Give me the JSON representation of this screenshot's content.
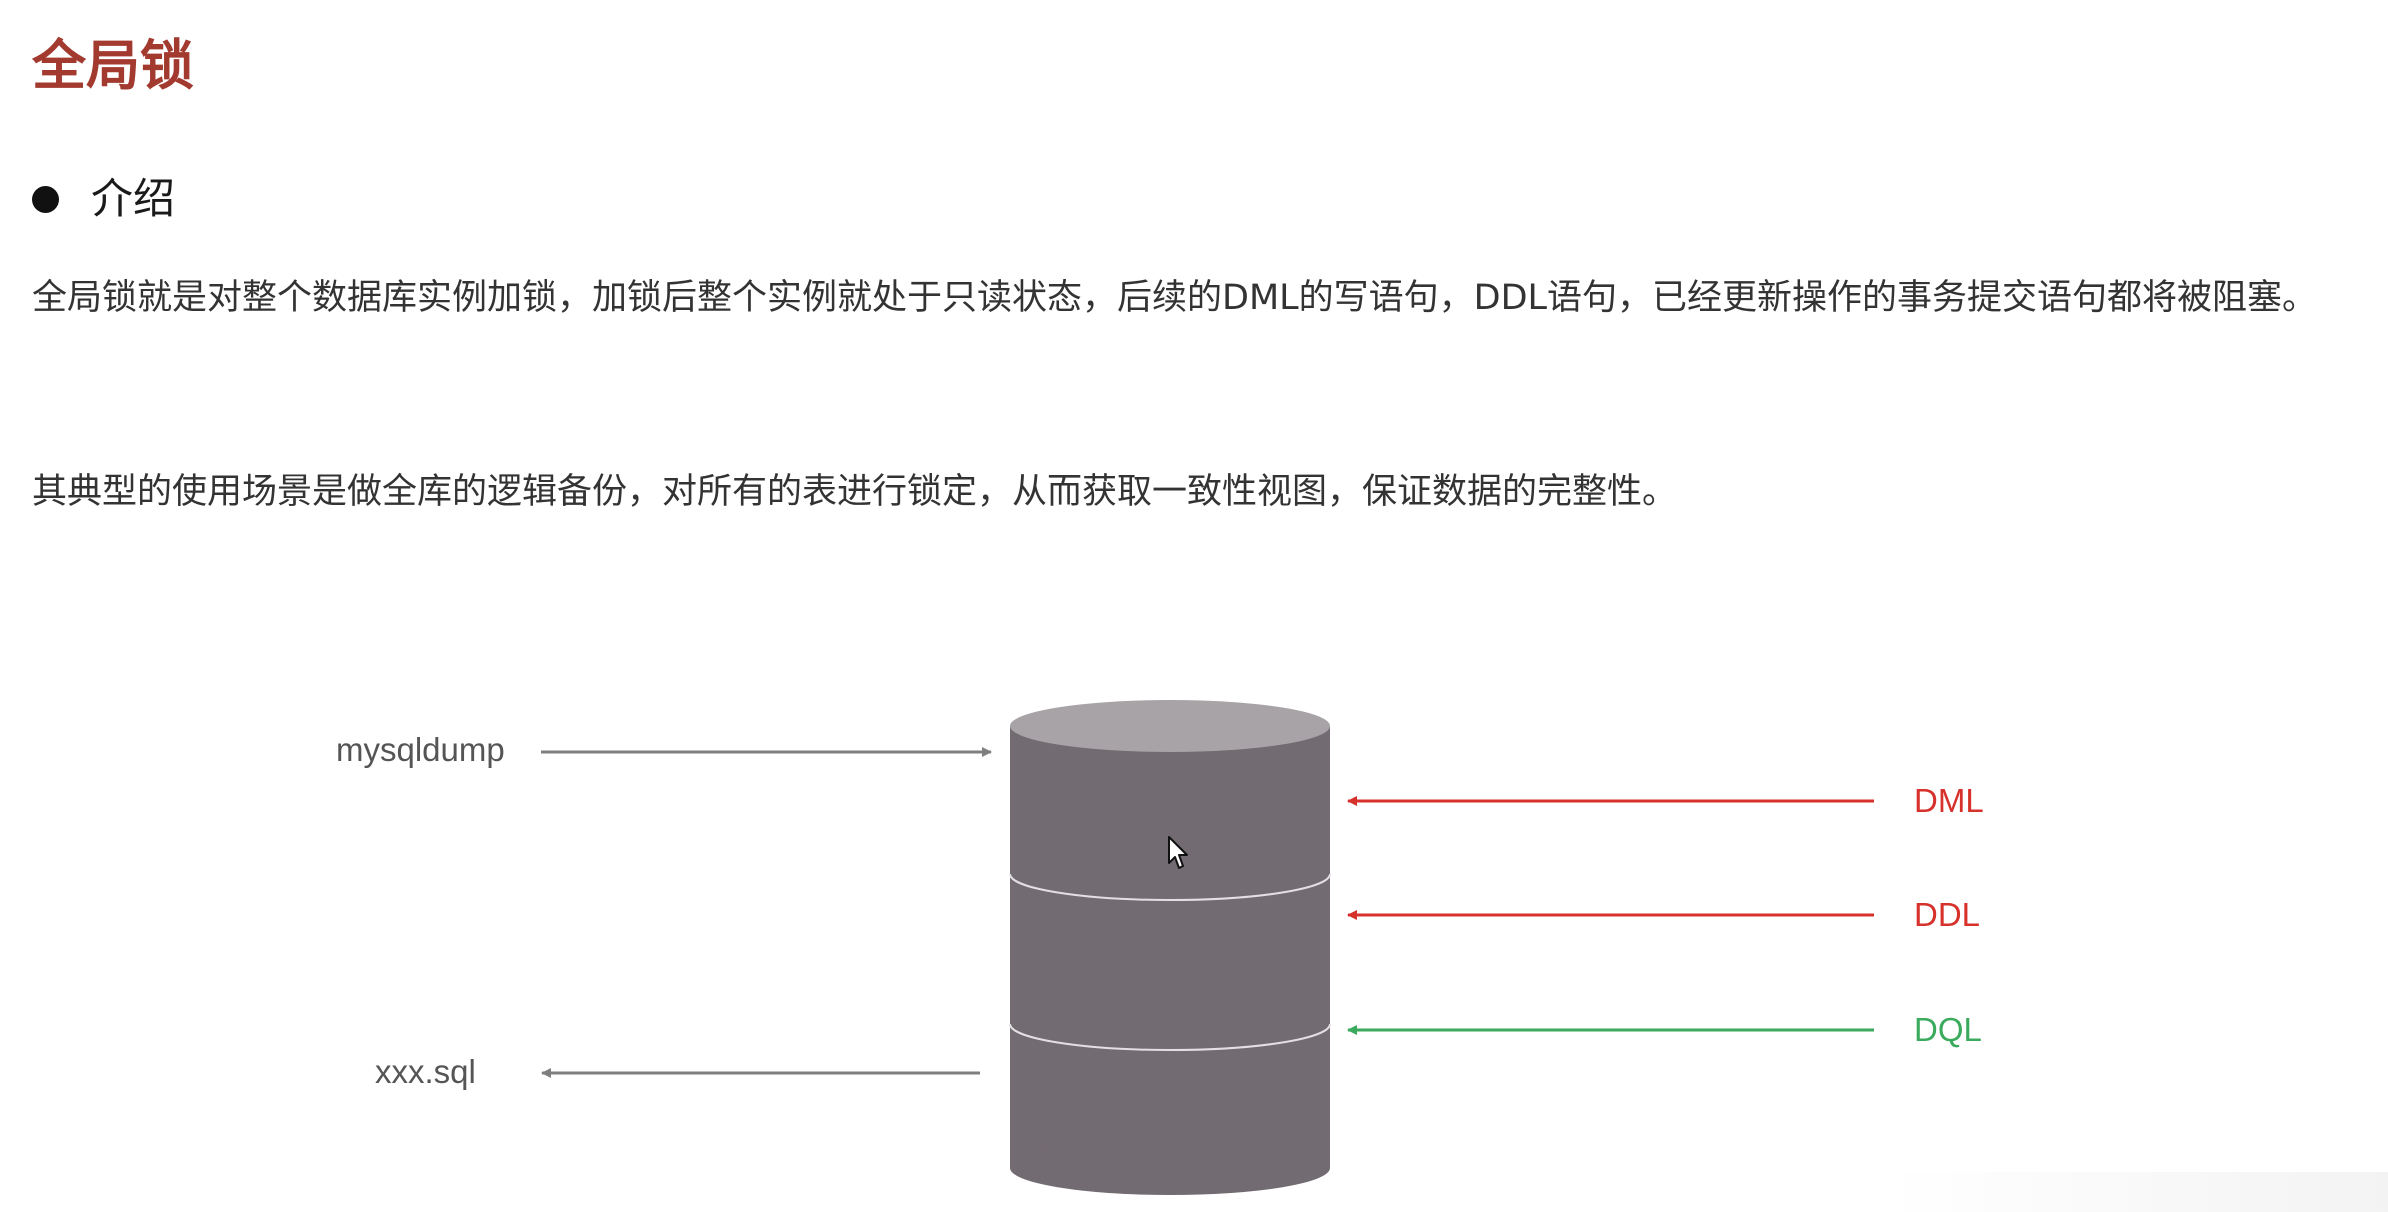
{
  "page": {
    "title": "全局锁",
    "section_title": "介绍",
    "paragraphs": [
      "全局锁就是对整个数据库实例加锁，加锁后整个实例就处于只读状态，后续的DML的写语句，DDL语句，已经更新操作的事务提交语句都将被阻塞。",
      "其典型的使用场景是做全库的逻辑备份，对所有的表进行锁定，从而获取一致性视图，保证数据的完整性。"
    ]
  },
  "diagram": {
    "left_labels": {
      "backup_tool": "mysqldump",
      "output_file": "xxx.sql"
    },
    "right_labels": {
      "dml": "DML",
      "ddl": "DDL",
      "dql": "DQL"
    }
  },
  "colors": {
    "title": "#a33a30",
    "blocked_arrow": "#d7312b",
    "allowed_arrow": "#3aaa5c",
    "neutral_arrow": "#7f7f7f",
    "cylinder_body": "#726b71",
    "cylinder_top": "#a7a3a6"
  }
}
